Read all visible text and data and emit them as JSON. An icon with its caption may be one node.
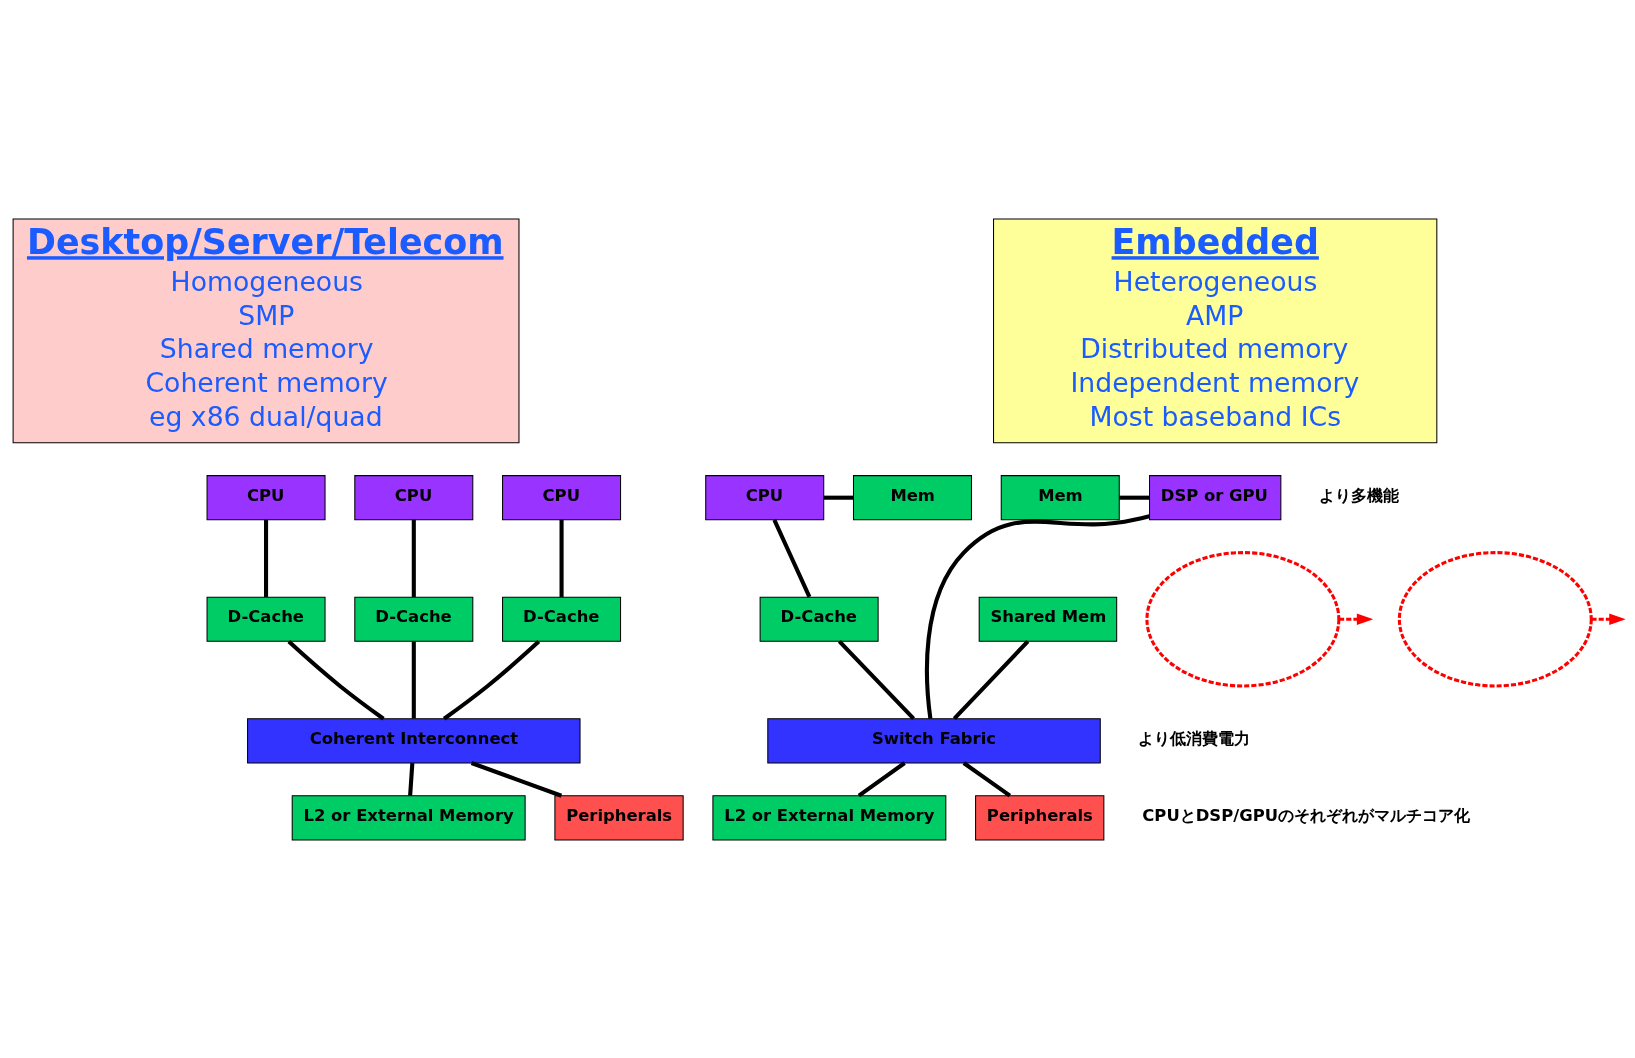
{
  "diagram": {
    "nodes": [
      {
        "text": [
          "Desktop/Server/Telecom",
          "Homogeneous",
          "SMP",
          "Shared memory",
          "Coherent memory",
          "eg x86 dual/quad"
        ]
      },
      {
        "text": [
          "Embedded",
          "Heterogeneous",
          "AMP",
          "Distributed memory",
          "Independent memory",
          "Most baseband ICs"
        ]
      },
      {
        "text": [
          "CPU"
        ]
      },
      {
        "text": [
          "CPU"
        ]
      },
      {
        "text": [
          "CPU"
        ]
      },
      {
        "text": [
          "D-Cache"
        ]
      },
      {
        "text": [
          "D-Cache"
        ]
      },
      {
        "text": [
          "D-Cache"
        ]
      },
      {
        "text": [
          "Coherent Interconnect"
        ]
      },
      {
        "text": [
          "L2 or External Memory"
        ]
      },
      {
        "text": [
          "Peripherals"
        ]
      },
      {
        "text": [],
        "shape": "ellipse"
      },
      {
        "text": [],
        "shape": "ellipse"
      },
      {
        "text": [
          "CPU"
        ]
      },
      {
        "text": [
          "Mem"
        ]
      },
      {
        "text": [
          "Mem"
        ]
      },
      {
        "text": [
          "DSP or GPU"
        ]
      },
      {
        "text": [
          "D-Cache"
        ]
      },
      {
        "text": [
          "Shared Mem"
        ]
      },
      {
        "text": [
          "Switch Fabric"
        ]
      },
      {
        "text": [
          "L2 or External Memory"
        ]
      },
      {
        "text": [
          "Peripherals"
        ]
      }
    ],
    "edges": [
      {
        "from": 2,
        "to": 5,
        "arrow": "none"
      },
      {
        "from": 3,
        "to": 6,
        "arrow": "none"
      },
      {
        "from": 4,
        "to": 7,
        "arrow": "none"
      },
      {
        "from": 5,
        "to": 8,
        "arrow": "none"
      },
      {
        "from": 6,
        "to": 8,
        "arrow": "none"
      },
      {
        "from": 7,
        "to": 8,
        "arrow": "none"
      },
      {
        "from": 8,
        "to": 9,
        "arrow": "none"
      },
      {
        "from": 8,
        "to": 10,
        "arrow": "none"
      },
      {
        "from": 13,
        "to": 14,
        "arrow": "none"
      },
      {
        "from": 15,
        "to": 16,
        "arrow": "none"
      },
      {
        "from": 13,
        "to": 17,
        "arrow": "none"
      },
      {
        "from": 17,
        "to": 19,
        "arrow": "none"
      },
      {
        "from": 18,
        "to": 19,
        "arrow": "none"
      },
      {
        "from": 16,
        "to": 19,
        "arrow": "none"
      },
      {
        "from": 19,
        "to": 20,
        "arrow": "none"
      },
      {
        "from": 19,
        "to": 21,
        "arrow": "none"
      },
      {
        "from": 11,
        "to": null,
        "arrow": "to",
        "style": "dashed",
        "color": "#ff0000"
      },
      {
        "from": 12,
        "to": null,
        "arrow": "to",
        "style": "dashed",
        "color": "#ff0000"
      }
    ],
    "labels": [
      "より多機能",
      "より低消費電力",
      "CPUとDSP/GPUのそれぞれがマルチコア化"
    ]
  }
}
